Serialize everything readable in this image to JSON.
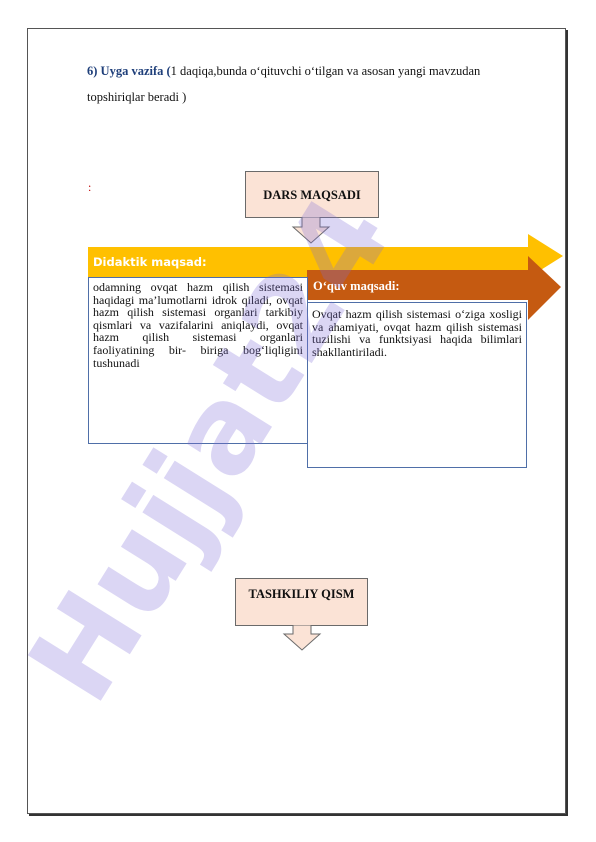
{
  "task": {
    "lead": "6) Uyga vazifa",
    "paren": "(",
    "text": "1 daqiqa,bunda o‘qituvchi o‘tilgan va asosan yangi mavzudan topshiriqlar beradi )"
  },
  "colon_mark": ":",
  "dars_maqsadi": {
    "label": "DARS MAQSADI"
  },
  "didaktik": {
    "title": "Didaktik maqsad:",
    "text": "odamning ovqat hazm qilish sistemasi haqidagi ma’lumotlarni idrok qiladi, ovqat hazm qilish sistemasi organlari tarkibiy qismlari va vazifalarini aniqlaydi, ovqat hazm qilish sistemasi organlari faoliyatining bir- biriga bog‘liqligini tushunadi",
    "color": "#ffc000"
  },
  "oquv": {
    "title": "O‘quv maqsadi:",
    "text": "Ovqat hazm qilish sistemasi o‘ziga xosligi va ahamiyati, ovqat hazm qilish sistemasi tuzilishi va funktsiyasi haqida bilimlari shakllantiriladi.",
    "color": "#c55a11"
  },
  "tashkiliy": {
    "label": "TASHKILIY QISM"
  },
  "watermark": {
    "text": "Hujjat24",
    "color": "#7f6bd6"
  }
}
